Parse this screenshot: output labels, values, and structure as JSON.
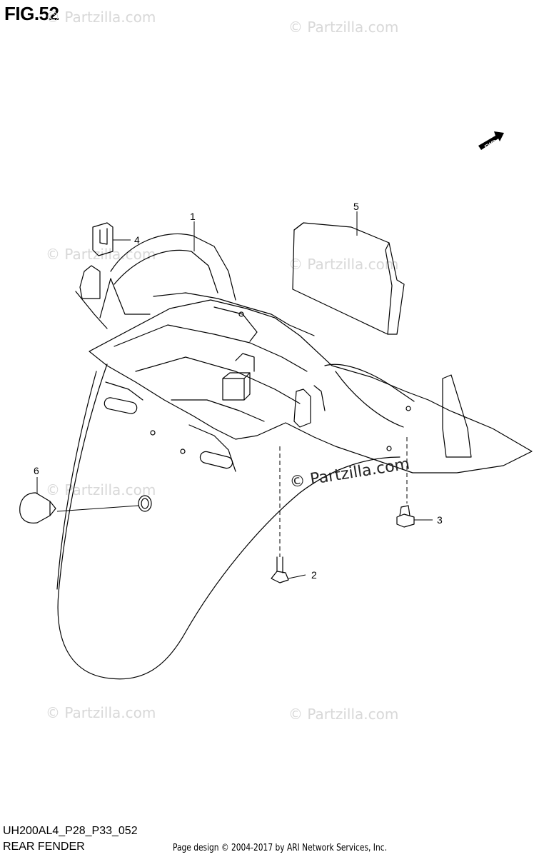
{
  "figure": {
    "title": "FIG.52",
    "part_code": "UH200AL4_P28_P33_052",
    "part_name": "REAR FENDER",
    "credit": "Page design © 2004-2017 by ARI Network Services, Inc."
  },
  "watermark": {
    "text": "© Partzilla.com",
    "main_text": "© Partzilla.com"
  },
  "direction_badge": {
    "label": "FWD"
  },
  "callouts": [
    {
      "number": "1"
    },
    {
      "number": "2"
    },
    {
      "number": "3"
    },
    {
      "number": "4"
    },
    {
      "number": "5"
    },
    {
      "number": "6"
    }
  ],
  "colors": {
    "line": "#000000",
    "watermark": "#d8d8d8"
  }
}
